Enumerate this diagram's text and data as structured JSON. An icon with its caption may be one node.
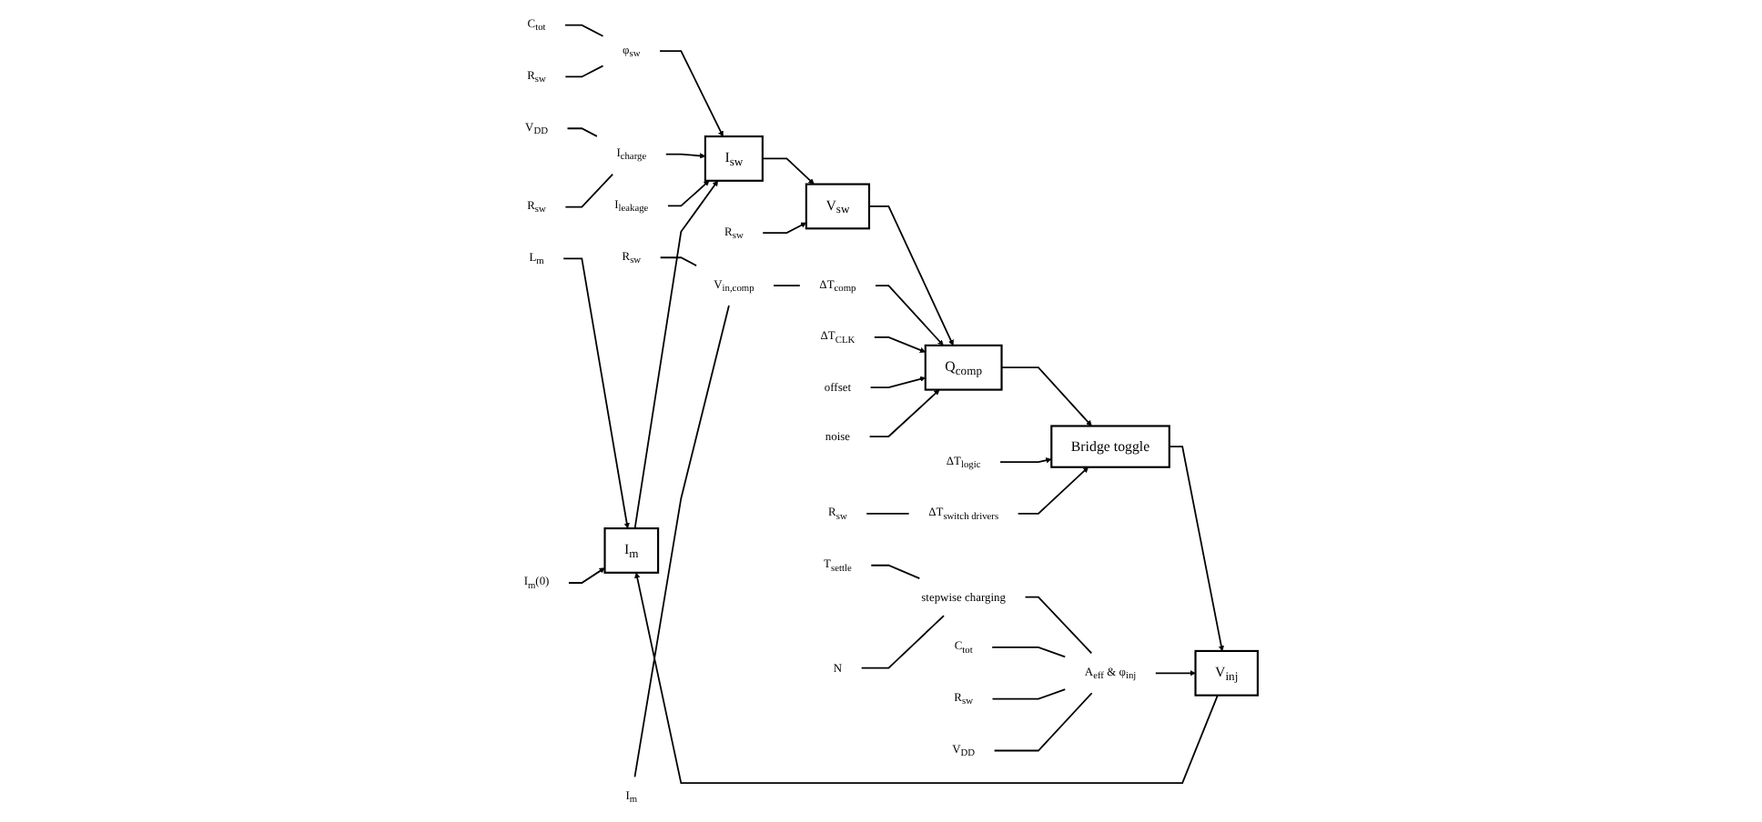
{
  "diagram": {
    "nodes": [
      {
        "text": [
          "C$_{tot}$"
        ]
      },
      {
        "text": [
          "R$_{sw}$"
        ]
      },
      {
        "text": [
          "φ$_{sw}$"
        ]
      },
      {
        "text": [
          "I$_{charge}$"
        ]
      },
      {
        "text": [
          "V$_{DD}$"
        ]
      },
      {
        "text": [
          "R$_{sw}$"
        ]
      },
      {
        "text": [
          "I$_{leakage}$"
        ]
      },
      {
        "text": [
          "L$_{m}$"
        ]
      },
      {
        "text": [
          "I$_{m}$(0)"
        ]
      },
      {
        "text": [
          "I$_{m}$"
        ]
      },
      {
        "text": [
          "I$_{sw}$"
        ]
      },
      {
        "text": [
          "V$_{sw}$"
        ]
      },
      {
        "text": [
          "Q$_{comp}$"
        ]
      },
      {
        "text": [
          "Bridge toggle"
        ]
      },
      {
        "text": [
          "V$_{inj}$"
        ]
      },
      {
        "text": [
          "R$_{sw}$"
        ]
      },
      {
        "text": [
          "V$_{in,comp}$"
        ]
      },
      {
        "text": [
          "I$_{m}$"
        ]
      },
      {
        "text": [
          "ΔT$_{comp}$"
        ]
      },
      {
        "text": [
          "ΔT$_{CLK}$"
        ]
      },
      {
        "text": [
          "offset"
        ]
      },
      {
        "text": [
          "noise"
        ]
      },
      {
        "text": [
          "T$_{settle}$"
        ]
      },
      {
        "text": [
          "N"
        ]
      },
      {
        "text": [
          "stepwise charging"
        ]
      },
      {
        "text": [
          "C$_{tot}$"
        ]
      },
      {
        "text": [
          "A$_{eff}$ & φ$_{inj}$"
        ]
      },
      {
        "text": [
          "R$_{sw}$"
        ]
      },
      {
        "text": [
          "V$_{DD}$"
        ]
      },
      {
        "text": [
          "R$_{sw}$"
        ]
      },
      {
        "text": [
          "ΔT$_{logic}$"
        ]
      },
      {
        "text": [
          "R$_{sw}$"
        ]
      },
      {
        "text": [
          "ΔT$_{switch drivers}$"
        ]
      }
    ],
    "edges": [
      {
        "from": 0,
        "to": 2,
        "arrow": "none"
      },
      {
        "from": 1,
        "to": 2,
        "arrow": "none"
      },
      {
        "from": 4,
        "to": 3,
        "arrow": "none"
      },
      {
        "from": 5,
        "to": 3,
        "arrow": "none"
      },
      {
        "from": 2,
        "to": 10,
        "arrow": "to"
      },
      {
        "from": 3,
        "to": 10,
        "arrow": "to"
      },
      {
        "from": 6,
        "to": 10,
        "arrow": "to"
      },
      {
        "from": 7,
        "to": 9,
        "arrow": "to"
      },
      {
        "from": 8,
        "to": 9,
        "arrow": "to"
      },
      {
        "from": 9,
        "to": 10,
        "arrow": "to"
      },
      {
        "from": 10,
        "to": 11,
        "arrow": "to"
      },
      {
        "from": 11,
        "to": 12,
        "arrow": "to"
      },
      {
        "from": 12,
        "to": 13,
        "arrow": "to"
      },
      {
        "from": 13,
        "to": 14,
        "arrow": "to"
      },
      {
        "from": 15,
        "to": 16,
        "arrow": "none"
      },
      {
        "from": 17,
        "to": 16,
        "arrow": "none"
      },
      {
        "from": 16,
        "to": 18,
        "arrow": "none"
      },
      {
        "from": 18,
        "to": 12,
        "arrow": "to"
      },
      {
        "from": 19,
        "to": 12,
        "arrow": "to"
      },
      {
        "from": 20,
        "to": 12,
        "arrow": "to"
      },
      {
        "from": 21,
        "to": 12,
        "arrow": "to"
      },
      {
        "from": 22,
        "to": 24,
        "arrow": "none"
      },
      {
        "from": 23,
        "to": 24,
        "arrow": "none"
      },
      {
        "from": 24,
        "to": 26,
        "arrow": "none"
      },
      {
        "from": 25,
        "to": 26,
        "arrow": "none"
      },
      {
        "from": 27,
        "to": 26,
        "arrow": "none"
      },
      {
        "from": 28,
        "to": 26,
        "arrow": "none"
      },
      {
        "from": 26,
        "to": 14,
        "arrow": "to"
      },
      {
        "from": 29,
        "to": 11,
        "arrow": "to"
      },
      {
        "from": 31,
        "to": 32,
        "arrow": "none"
      },
      {
        "from": 30,
        "to": 13,
        "arrow": "to"
      },
      {
        "from": 32,
        "to": 13,
        "arrow": "to"
      },
      {
        "from": 14,
        "to": 9,
        "arrow": "to"
      }
    ]
  }
}
